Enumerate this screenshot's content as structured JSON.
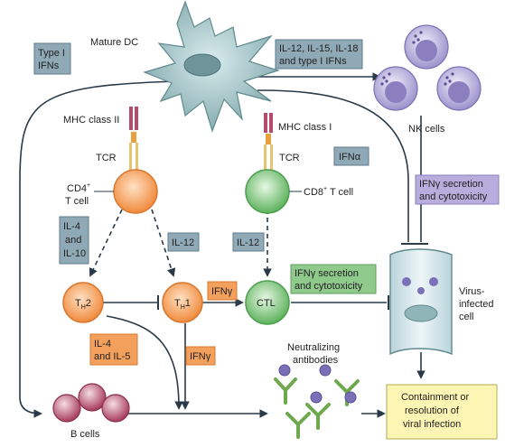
{
  "labels": {
    "mature_dc": "Mature DC",
    "type1_ifns": [
      "Type I",
      "IFNs"
    ],
    "il12_il15_il18": [
      "IL-12, IL-15, IL-18",
      "and type I IFNs"
    ],
    "nk_cells": "NK cells",
    "mhc2": "MHC class II",
    "mhc1": "MHC class I",
    "tcr_left": "TCR",
    "tcr_right": "TCR",
    "cd4": [
      "CD4",
      "+",
      "T cell"
    ],
    "cd8": [
      "CD8",
      "+",
      " T cell"
    ],
    "ifn_alpha": "IFNα",
    "nk_ifng": [
      "IFNγ secretion",
      "and cytotoxicity"
    ],
    "il4_il10": [
      "IL-4",
      "and",
      "IL-10"
    ],
    "il12_mid": "IL-12",
    "il12_right": "IL-12",
    "th2": [
      "T",
      "H",
      "2"
    ],
    "th1": [
      "T",
      "H",
      "1"
    ],
    "ifng_small": "IFNγ",
    "ctl": "CTL",
    "ctl_ifng": [
      "IFNγ secretion",
      "and cytotoxicity"
    ],
    "virus_cell": [
      "Virus-",
      "infected",
      "cell"
    ],
    "il4_il5": [
      "IL-4",
      "and IL-5"
    ],
    "ifng_bottom": "IFNγ",
    "neutralizing": [
      "Neutralizing",
      "antibodies"
    ],
    "b_cells": "B cells",
    "containment": [
      "Containment or",
      "resolution of",
      "viral infection"
    ]
  },
  "colors": {
    "dc": "#8fb5b8",
    "cd4": "#f29a55",
    "th": "#f5a86a",
    "cd8": "#7cc47d",
    "nk": "#8b7fbf",
    "bcell": "#b04a68",
    "grey_box": "#8fa9b7",
    "orange_box": "#f3a05c",
    "green_box": "#8fc98c",
    "purple_box": "#b8addc",
    "yellow_box": "#fdf5b3",
    "arrow": "#2a3a48"
  }
}
